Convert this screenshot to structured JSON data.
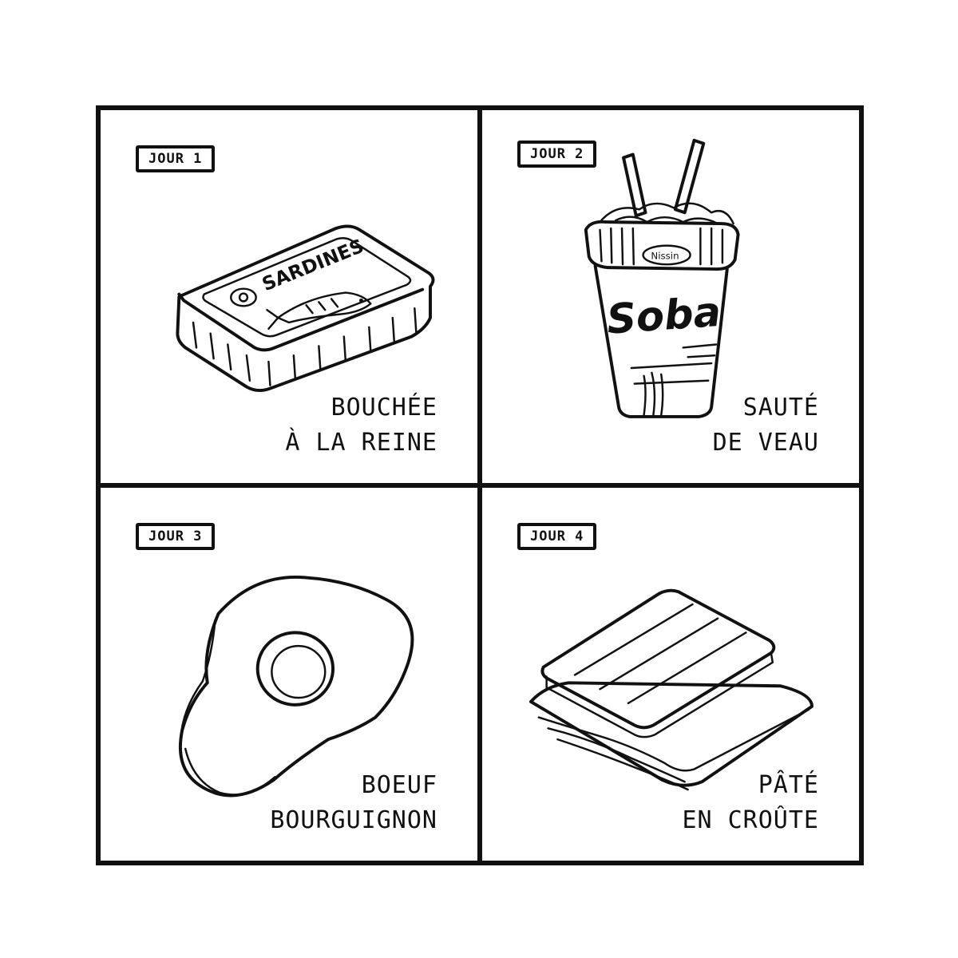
{
  "panels": [
    {
      "tag": "JOUR 1",
      "caption": "BOUCHÉE\nÀ LA REINE",
      "icon": "sardine-tin-icon",
      "label_on_item": "SARDINES"
    },
    {
      "tag": "JOUR 2",
      "caption": "SAUTÉ\nDE VEAU",
      "icon": "noodle-cup-icon",
      "label_on_item": "Soba",
      "small_label": "Nissin"
    },
    {
      "tag": "JOUR 3",
      "caption": "BOEUF\nBOURGUIGNON",
      "icon": "fried-egg-icon"
    },
    {
      "tag": "JOUR 4",
      "caption": "PÂTÉ\nEN CROÛTE",
      "icon": "sandwich-icon"
    }
  ],
  "colors": {
    "ink": "#111111",
    "paper": "#ffffff"
  }
}
